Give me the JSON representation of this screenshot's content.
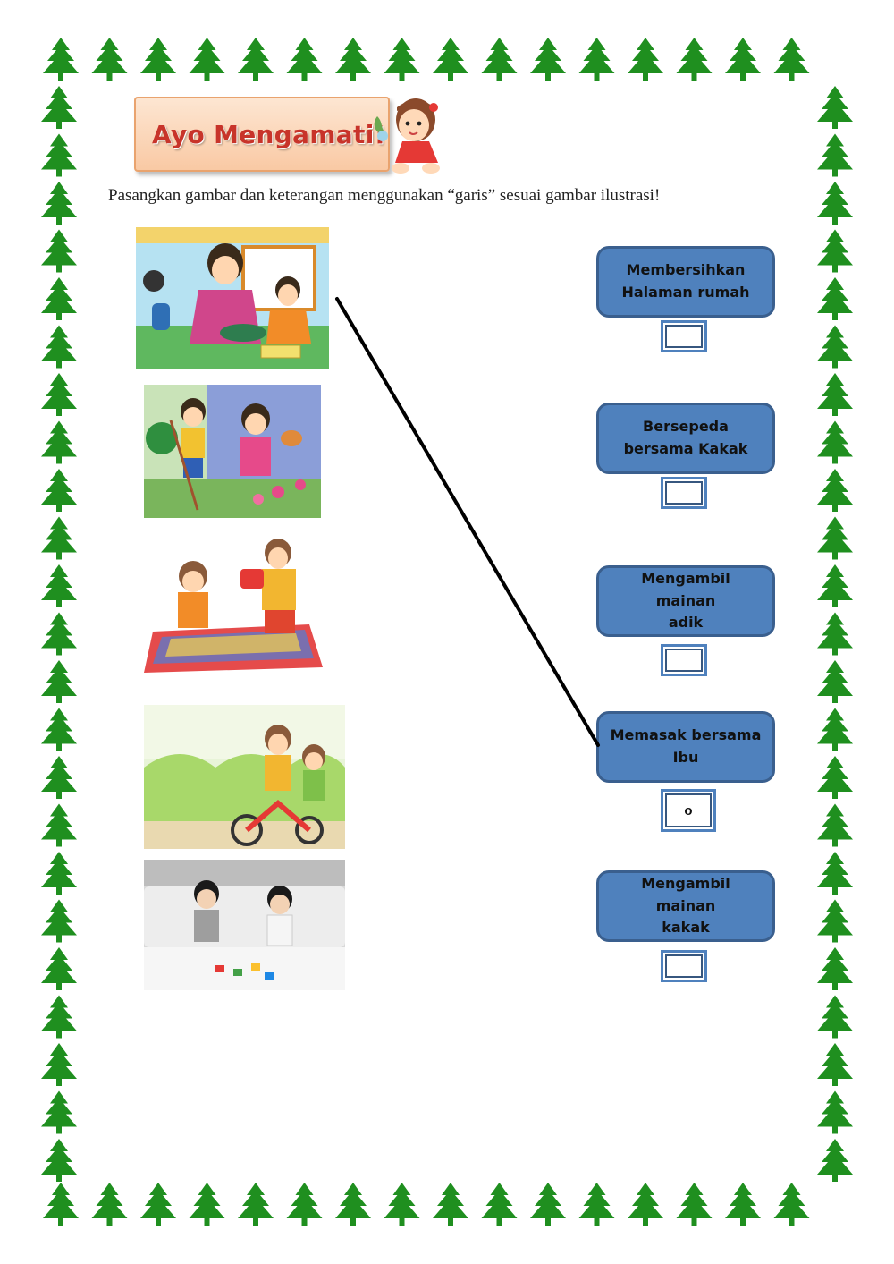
{
  "header": {
    "title": "Ayo Mengamati!"
  },
  "instruction": "Pasangkan gambar dan keterangan menggunakan “garis” sesuai gambar ilustrasi!",
  "colors": {
    "border_tree": "#1f8f1f",
    "label_fill": "#4f81bd",
    "label_stroke": "#3a5f8e",
    "title_text": "#c8342a"
  },
  "pictures": [
    {
      "name": "memasak-bersama-ibu-illustration"
    },
    {
      "name": "membersihkan-halaman-illustration"
    },
    {
      "name": "mengambil-mainan-adik-illustration"
    },
    {
      "name": "bersepeda-illustration"
    },
    {
      "name": "mengambil-mainan-kakak-photo"
    }
  ],
  "labels": [
    {
      "line1": "Membersihkan",
      "line2": "Halaman rumah",
      "answer": ""
    },
    {
      "line1": "Bersepeda",
      "line2": "bersama Kakak",
      "answer": ""
    },
    {
      "line1": "Mengambil mainan",
      "line2": "adik",
      "answer": ""
    },
    {
      "line1": "Memasak bersama",
      "line2": "Ibu",
      "answer": "o"
    },
    {
      "line1": "Mengambil mainan",
      "line2": "kakak",
      "answer": ""
    }
  ]
}
